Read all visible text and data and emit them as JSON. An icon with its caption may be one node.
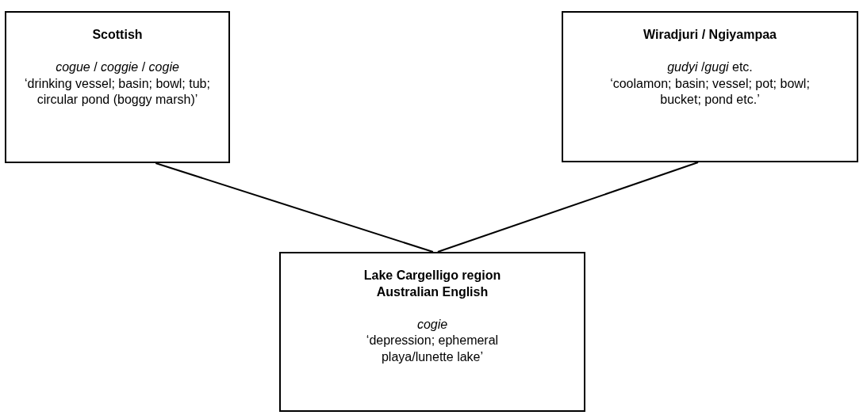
{
  "diagram": {
    "nodes": [
      {
        "text": [
          "Scottish",
          "*cogue* / *coggie* / *cogie*",
          "‘drinking vessel; basin; bowl; tub; circular pond (boggy marsh)’"
        ]
      },
      {
        "text": [
          "Wiradjuri / Ngiyampaa",
          "*gudyi* /*gugi* etc.",
          "‘coolamon; basin; vessel; pot; bowl; bucket; pond etc.’"
        ]
      },
      {
        "text": [
          "Lake Cargelligo region Australian English",
          "*cogie*",
          "‘depression; ephemeral playa/lunette lake’"
        ]
      }
    ],
    "edges": [
      {
        "from": 0,
        "to": 2,
        "arrow": "none"
      },
      {
        "from": 1,
        "to": 2,
        "arrow": "none"
      }
    ]
  }
}
